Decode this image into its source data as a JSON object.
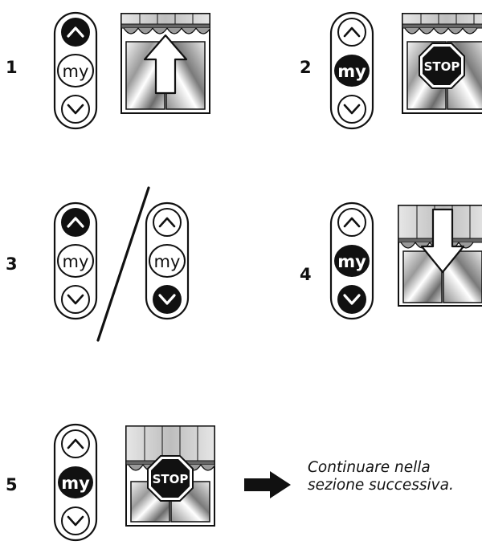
{
  "steps": [
    {
      "number": "1",
      "active": "up",
      "shutter": "raise"
    },
    {
      "number": "2",
      "active": "my",
      "shutter": "stop"
    },
    {
      "number": "3",
      "active": "up-or-down",
      "shutter": "none"
    },
    {
      "number": "4",
      "active": "my-and-down",
      "shutter": "lower"
    },
    {
      "number": "5",
      "active": "my",
      "shutter": "stop-lowered"
    }
  ],
  "remote": {
    "my_label": "my"
  },
  "stop_sign_label": "STOP",
  "continue_note": {
    "line1": "Continuare nella",
    "line2": "sezione successiva."
  },
  "colors": {
    "ink": "#111111",
    "button_active": "#111111",
    "button_inactive": "#ffffff"
  },
  "icons": [
    "up-chevron-icon",
    "down-chevron-icon",
    "arrow-up-icon",
    "arrow-down-icon",
    "stop-sign-icon",
    "arrow-right-icon",
    "window-awning-icon"
  ]
}
